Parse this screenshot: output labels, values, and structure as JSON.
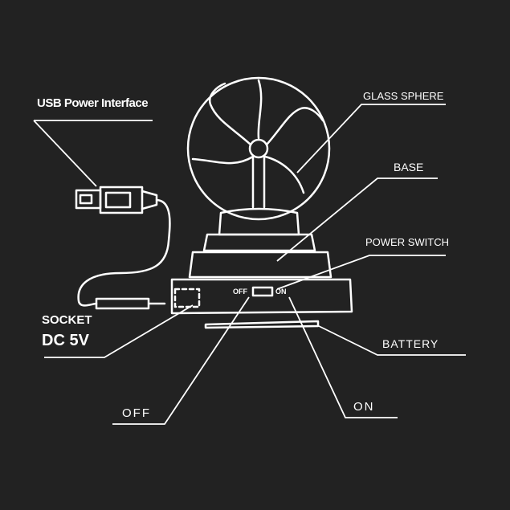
{
  "labels": {
    "usb": "USB Power Interface",
    "glass_sphere": "GLASS SPHERE",
    "base": "BASE",
    "power_switch": "POWER SWITCH",
    "socket": "SOCKET",
    "dc": "DC 5V",
    "battery": "BATTERY",
    "off": "OFF",
    "on": "ON",
    "switch_off": "OFF",
    "switch_on": "ON"
  },
  "colors": {
    "background": "#222222",
    "line": "#ffffff"
  }
}
